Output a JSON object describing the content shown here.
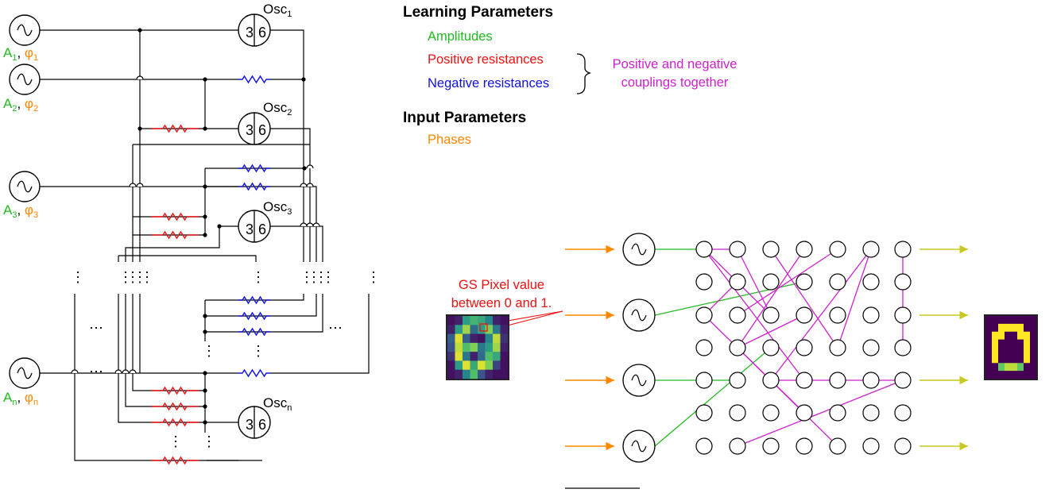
{
  "legend": {
    "learning_title": "Learning Parameters",
    "amplitudes": "Amplitudes",
    "positive_resistances": "Positive resistances",
    "negative_resistances": "Negative resistances",
    "couplings_line1": "Positive and negative",
    "couplings_line2": "couplings together",
    "input_title": "Input Parameters",
    "phases": "Phases"
  },
  "colors": {
    "amplitude": "#22bb22",
    "positive": "#ee1111",
    "negative": "#1111dd",
    "coupling": "#cc22cc",
    "phase": "#ff8800",
    "output_arrow": "#c8c820",
    "wire": "#000000",
    "viridis_dark": "#440154",
    "viridis_yellow": "#fde725"
  },
  "circuit": {
    "sources": [
      {
        "amp": "A",
        "phase": "φ",
        "sub": "1"
      },
      {
        "amp": "A",
        "phase": "φ",
        "sub": "2"
      },
      {
        "amp": "A",
        "phase": "φ",
        "sub": "3"
      },
      {
        "amp": "A",
        "phase": "φ",
        "sub": "n"
      }
    ],
    "oscillators": [
      {
        "name": "Osc",
        "sub": "1",
        "left": "3",
        "right": "6"
      },
      {
        "name": "Osc",
        "sub": "2",
        "left": "3",
        "right": "6"
      },
      {
        "name": "Osc",
        "sub": "3",
        "left": "3",
        "right": "6"
      },
      {
        "name": "Osc",
        "sub": "n",
        "left": "3",
        "right": "6"
      }
    ],
    "vertical_ellipsis": "⋮",
    "horizontal_ellipsis": "⋯"
  },
  "network": {
    "pixel_label_line1": "GS Pixel value",
    "pixel_label_line2": "between 0 and 1.",
    "input_image": [
      [
        0.05,
        0.1,
        0.55,
        0.65,
        0.6,
        0.45,
        0.1,
        0.05
      ],
      [
        0.1,
        0.55,
        0.85,
        0.35,
        0.55,
        0.8,
        0.4,
        0.1
      ],
      [
        0.3,
        0.95,
        0.3,
        0.1,
        0.05,
        0.45,
        0.9,
        0.15
      ],
      [
        0.25,
        0.9,
        0.7,
        0.8,
        0.4,
        0.55,
        0.85,
        0.1
      ],
      [
        0.15,
        0.95,
        0.4,
        0.1,
        0.35,
        0.7,
        0.6,
        0.05
      ],
      [
        0.05,
        0.55,
        0.95,
        0.6,
        0.95,
        0.8,
        0.2,
        0.05
      ],
      [
        0.05,
        0.1,
        0.45,
        0.7,
        0.25,
        0.1,
        0.05,
        0.05
      ]
    ],
    "output_image": [
      [
        0,
        0,
        0,
        0,
        0,
        0,
        0,
        0
      ],
      [
        0,
        0,
        1,
        1,
        1,
        1,
        0,
        0
      ],
      [
        0,
        1,
        1,
        0,
        0,
        1,
        1,
        0
      ],
      [
        0,
        1,
        0,
        0,
        0,
        0,
        1,
        0
      ],
      [
        0,
        1,
        0,
        0,
        0,
        0,
        1,
        0
      ],
      [
        0,
        1,
        0,
        0,
        0,
        0,
        1,
        0
      ],
      [
        0,
        0,
        0.75,
        0.9,
        0.9,
        0.75,
        0,
        0
      ],
      [
        0,
        0,
        0,
        0,
        0,
        0,
        0,
        0
      ]
    ]
  }
}
